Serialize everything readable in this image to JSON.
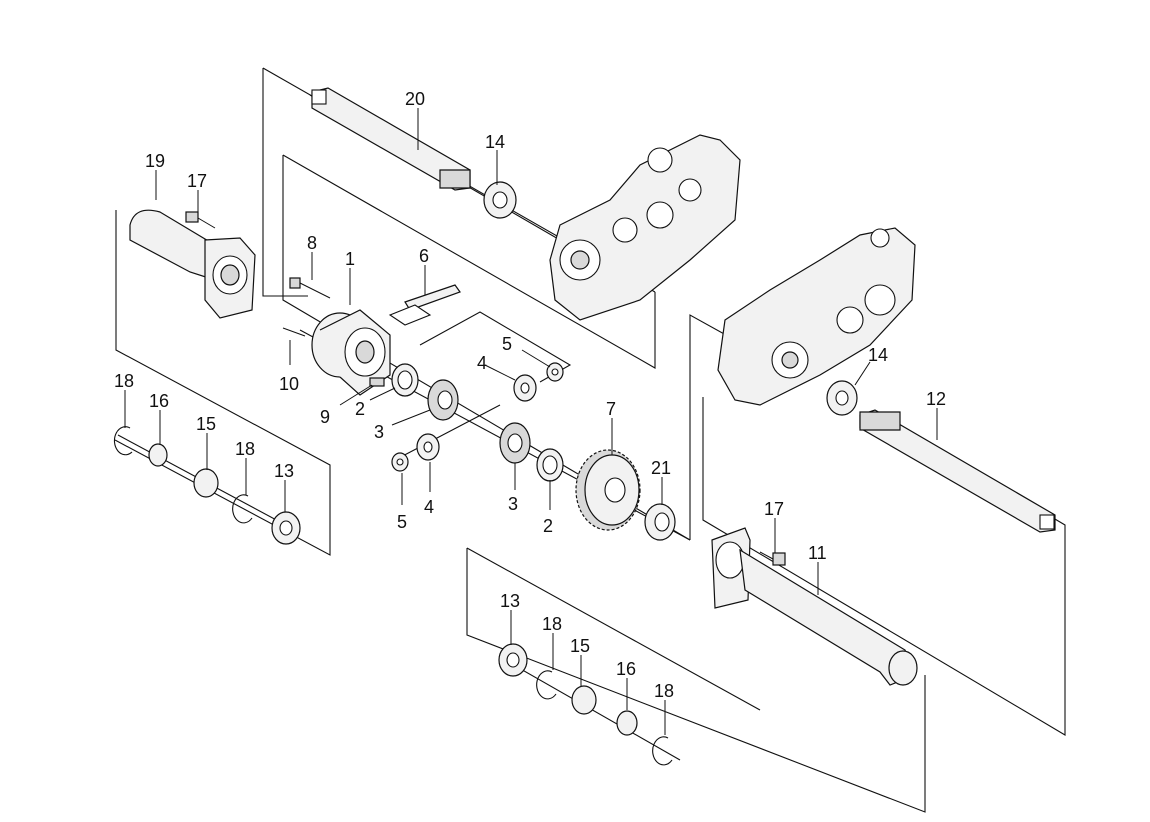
{
  "diagram": {
    "callouts": [
      {
        "id": "c20",
        "text": "20"
      },
      {
        "id": "c14a",
        "text": "14"
      },
      {
        "id": "c19",
        "text": "19"
      },
      {
        "id": "c17a",
        "text": "17"
      },
      {
        "id": "c8",
        "text": "8"
      },
      {
        "id": "c1",
        "text": "1"
      },
      {
        "id": "c6",
        "text": "6"
      },
      {
        "id": "c10",
        "text": "10"
      },
      {
        "id": "c9",
        "text": "9"
      },
      {
        "id": "c2a",
        "text": "2"
      },
      {
        "id": "c3a",
        "text": "3"
      },
      {
        "id": "c5a",
        "text": "5"
      },
      {
        "id": "c4a",
        "text": "4"
      },
      {
        "id": "c7",
        "text": "7"
      },
      {
        "id": "c4b",
        "text": "4"
      },
      {
        "id": "c5b",
        "text": "5"
      },
      {
        "id": "c3b",
        "text": "3"
      },
      {
        "id": "c2b",
        "text": "2"
      },
      {
        "id": "c21",
        "text": "21"
      },
      {
        "id": "c14b",
        "text": "14"
      },
      {
        "id": "c12",
        "text": "12"
      },
      {
        "id": "c18a",
        "text": "18"
      },
      {
        "id": "c16a",
        "text": "16"
      },
      {
        "id": "c15a",
        "text": "15"
      },
      {
        "id": "c18b",
        "text": "18"
      },
      {
        "id": "c13a",
        "text": "13"
      },
      {
        "id": "c17b",
        "text": "17"
      },
      {
        "id": "c11",
        "text": "11"
      },
      {
        "id": "c13b",
        "text": "13"
      },
      {
        "id": "c18c",
        "text": "18"
      },
      {
        "id": "c15b",
        "text": "15"
      },
      {
        "id": "c16b",
        "text": "16"
      },
      {
        "id": "c18d",
        "text": "18"
      }
    ]
  }
}
